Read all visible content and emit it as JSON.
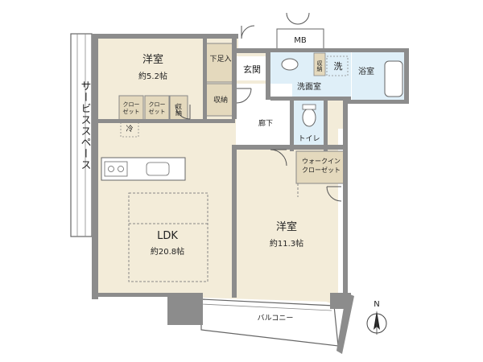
{
  "rooms": {
    "western_small": {
      "name": "洋室",
      "area": "約5.2帖"
    },
    "shoe_storage": "下足入",
    "entrance": "玄関",
    "mb": "MB",
    "wash_short": "洗",
    "bath": "浴室",
    "washroom": "洗面室",
    "storage_small": "収納",
    "storage_vertical": "収納",
    "storage_corner": "収納",
    "closet_a": "クロー\nゼット",
    "closet_b": "クロー\nゼット",
    "fridge": "冷",
    "hallway": "廊下",
    "toilet": "トイレ",
    "walk_in": "ウォークイン\nクローゼット",
    "ldk": {
      "name": "LDK",
      "area": "約20.8帖"
    },
    "western_large": {
      "name": "洋室",
      "area": "約11.3帖"
    },
    "service_space": "サービススペース",
    "balcony": "バルコニー"
  },
  "compass": {
    "north": "N"
  },
  "colors": {
    "wall": "#8c8c8c",
    "floor_wood": "#f3ecd9",
    "floor_wet": "#dfeff8",
    "storage": "#e4d9bd",
    "line": "#555555"
  }
}
